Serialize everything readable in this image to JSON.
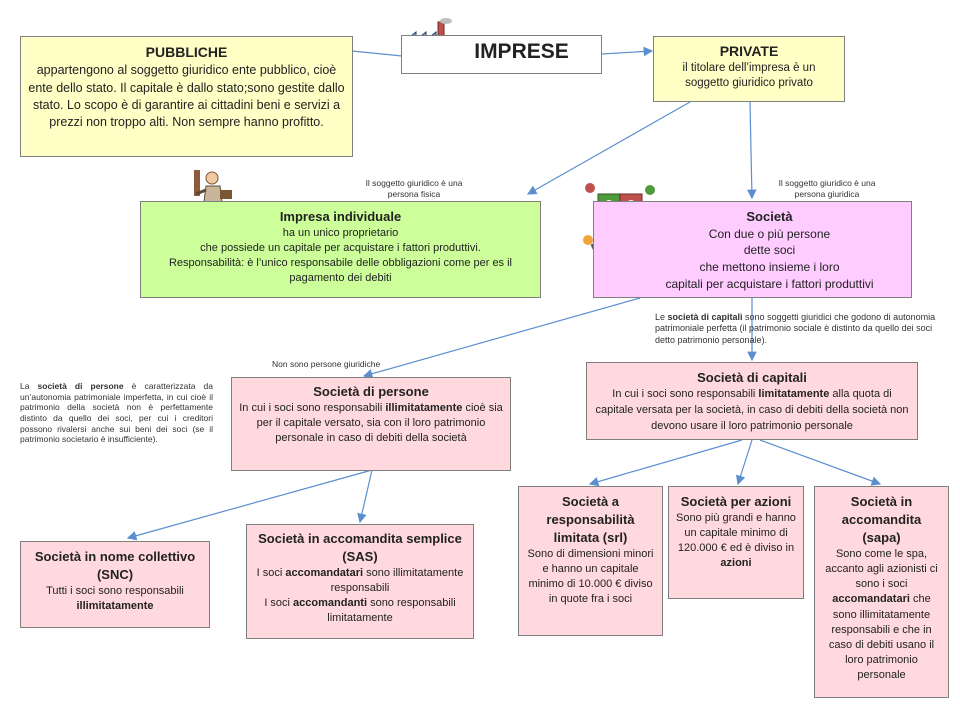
{
  "imprese": {
    "title": "IMPRESE"
  },
  "pubbliche": {
    "title": "PUBBLICHE",
    "text": "appartengono al soggetto giuridico ente pubblico, cioè ente dello stato. Il capitale è dallo stato;sono gestite dallo stato. Lo scopo è di garantire ai cittadini beni e servizi a prezzi non troppo alti. Non sempre hanno profitto."
  },
  "private": {
    "title": "PRIVATE",
    "text": "il titolare dell’impresa è un soggetto giuridico privato"
  },
  "notes": {
    "fisica": "Il soggetto giuridico è una persona fisica",
    "giuridica": "Il soggetto giuridico è una persona giuridica",
    "non_giuridiche": "Non sono persone giuridiche",
    "capitali_pre": "Le ",
    "capitali_bold": "società di capitali",
    "capitali_post": " sono soggetti giuridici che godono di autonomia patrimoniale perfetta (il patrimonio sociale è distinto da quello dei soci detto patrimonio personale).",
    "persone_pre": "La ",
    "persone_bold": "società di persone",
    "persone_post": " è caratterizzata da un’autonomia patrimoniale imperfetta, in cui cioè il patrimonio della società non è perfettamente distinto da quello dei soci, per cui i creditori possono rivalersi anche sui beni dei soci (se il patrimonio societario è insufficiente)."
  },
  "individuale": {
    "title": "Impresa individuale",
    "l1": "ha un unico proprietario",
    "l2": "che possiede un capitale per acquistare i fattori produttivi.",
    "l3": "Responsabilità: è l’unico responsabile delle obbligazioni come per es il pagamento dei debiti"
  },
  "societa": {
    "title": "Società",
    "l1": "Con due o più persone",
    "l2": "dette soci",
    "l3": "che mettono insieme i loro",
    "l4": "capitali per acquistare i fattori produttivi"
  },
  "persone": {
    "title": "Società di persone",
    "pre": "In cui i soci sono responsabili ",
    "bold": "illimitatamente",
    "post": " cioè sia per il capitale versato, sia con il loro patrimonio personale in caso di debiti della società"
  },
  "capitali": {
    "title": "Società di capitali",
    "pre": "In cui i soci sono responsabili ",
    "bold": "limitatamente",
    "post": " alla quota di capitale versata per la società, in caso di debiti della società non devono usare il loro patrimonio personale"
  },
  "snc": {
    "title": "Società in nome collettivo (SNC)",
    "text": "Tutti i soci sono responsabili",
    "bold": "illimitatamente"
  },
  "sas": {
    "title": "Società in accomandita semplice (SAS)",
    "pre1": "I soci ",
    "bold1": "accomandatari",
    "post1": " sono illimitatamente responsabili",
    "pre2": "I soci ",
    "bold2": "accomandanti",
    "post2": " sono responsabili limitatamente"
  },
  "srl": {
    "title": "Società a responsabilità limitata (srl)",
    "text": "Sono di dimensioni minori e hanno un capitale minimo di 10.000 € diviso in quote fra i soci"
  },
  "spa": {
    "title": "Società per azioni",
    "pre": "Sono più grandi e hanno un capitale minimo di 120.000 € ed è diviso in ",
    "bold": "azioni"
  },
  "sapa": {
    "title": "Società in accomandita (sapa)",
    "pre": "Sono come le spa, accanto agli azionisti ci sono i soci ",
    "bold": "accomandatari",
    "post": " che sono illimitatamente responsabili e che in caso di debiti usano il loro patrimonio personale"
  },
  "colors": {
    "arrow": "#5b8fd0",
    "border": "#7f7f7f"
  }
}
